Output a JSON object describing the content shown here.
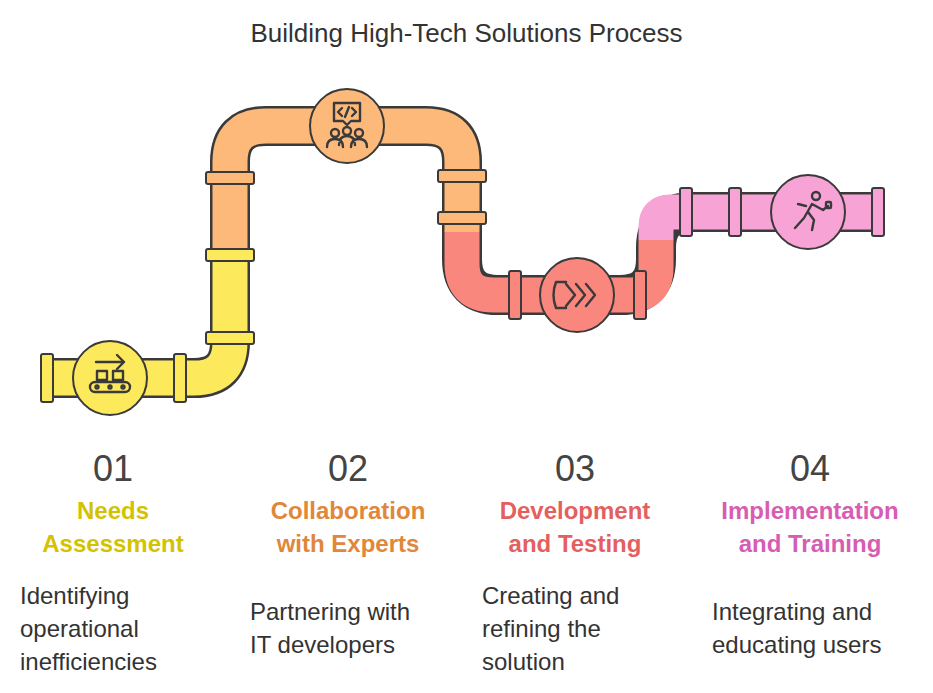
{
  "diagram": {
    "title": "Building High-Tech Solutions Process",
    "labels": [
      "01",
      "Needs Assessment",
      "Identifying operational inefficiencies",
      "02",
      "Collaboration with Experts",
      "Partnering with IT developers",
      "03",
      "Development and Testing",
      "Creating and refining the solution",
      "04",
      "Implementation and Training",
      "Integrating and educating users"
    ]
  }
}
